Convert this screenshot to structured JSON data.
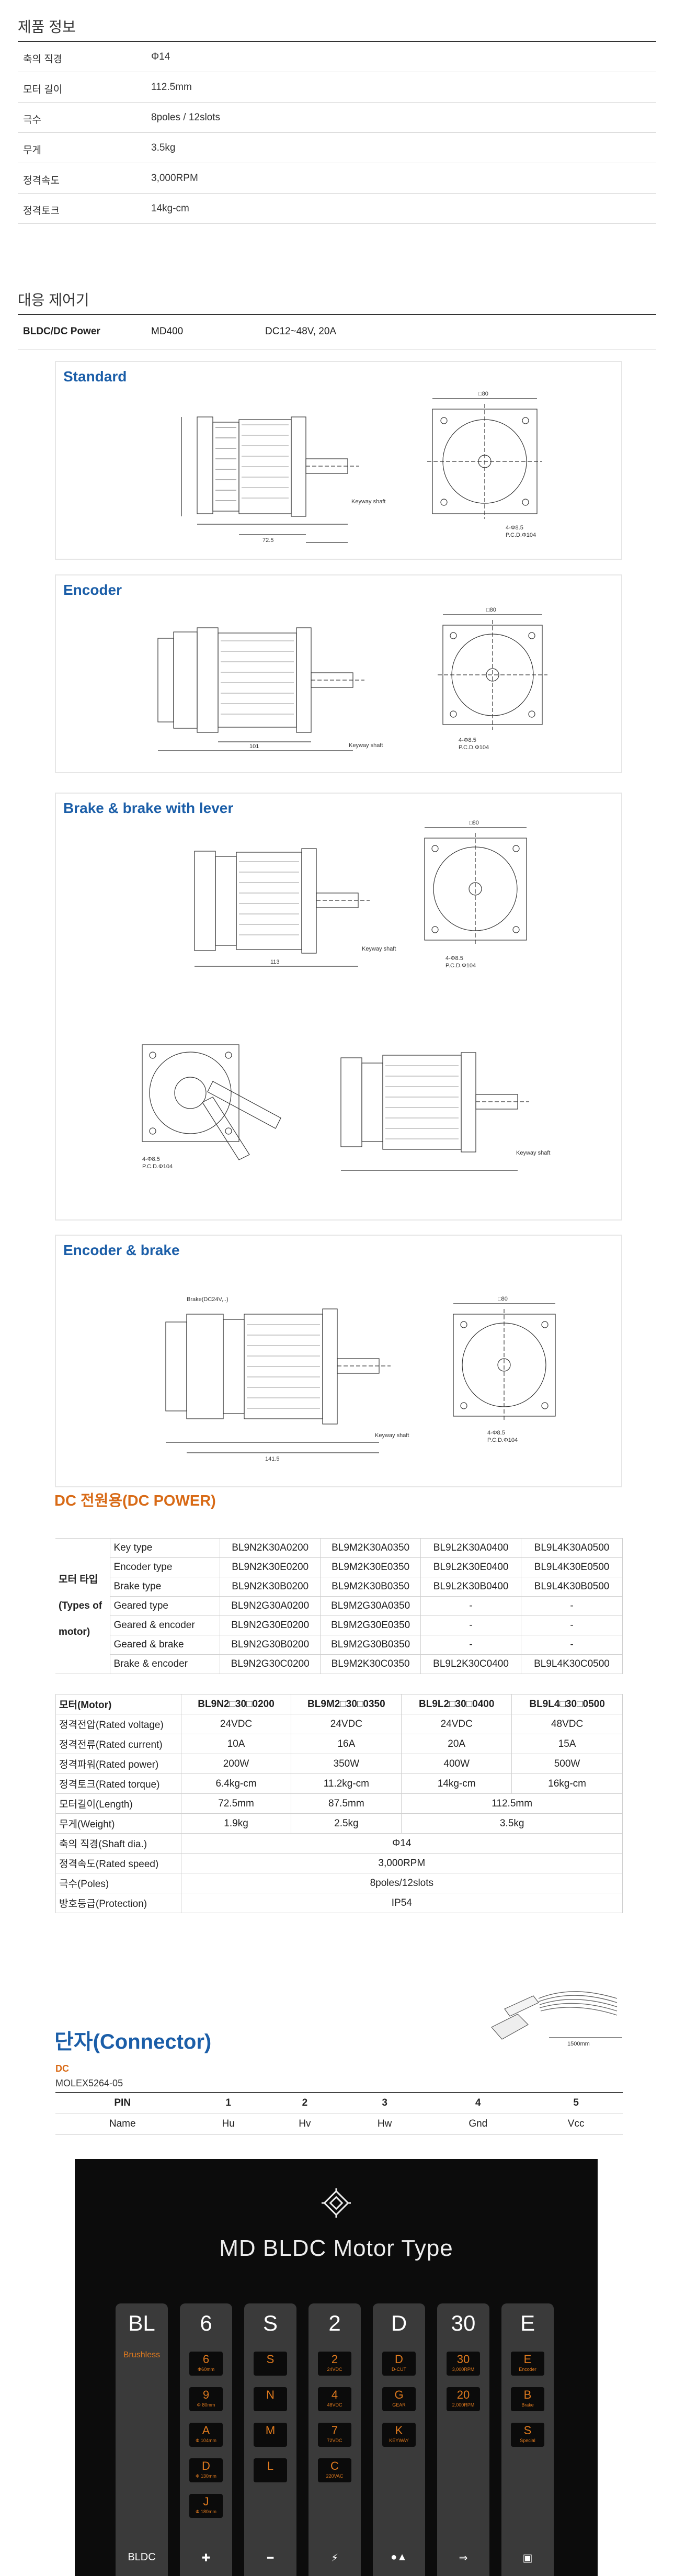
{
  "product_info": {
    "title": "제품 정보",
    "rows": [
      {
        "k": "축의 직경",
        "v": "Φ14"
      },
      {
        "k": "모터 길이",
        "v": "112.5mm"
      },
      {
        "k": "극수",
        "v": "8poles / 12slots"
      },
      {
        "k": "무게",
        "v": "3.5kg"
      },
      {
        "k": "정격속도",
        "v": "3,000RPM"
      },
      {
        "k": "정격토크",
        "v": "14kg-cm"
      }
    ]
  },
  "controller": {
    "title": "대응 제어기",
    "type": "BLDC/DC Power",
    "model": "MD400",
    "spec": "DC12~48V, 20A"
  },
  "drawings": {
    "standard": "Standard",
    "encoder": "Encoder",
    "brake": "Brake & brake with lever",
    "encoder_brake": "Encoder & brake",
    "labels": {
      "key_shaft": "Keyway shaft",
      "pcd": "P.C.D.Φ104",
      "holes": "4-Φ8.5",
      "sq": "□80",
      "len_std": "72.5",
      "len_enc": "101",
      "len_brk": "113",
      "len_eb": "141.5",
      "brake_note": "Brake(DC24V,..)"
    }
  },
  "dc_section": {
    "title": "DC 전원용(DC POWER)",
    "type_group": "모터 타입 (Types of motor)",
    "type_rows": [
      {
        "label": "Key type",
        "vals": [
          "BL9N2K30A0200",
          "BL9M2K30A0350",
          "BL9L2K30A0400",
          "BL9L4K30A0500"
        ]
      },
      {
        "label": "Encoder type",
        "vals": [
          "BL9N2K30E0200",
          "BL9M2K30E0350",
          "BL9L2K30E0400",
          "BL9L4K30E0500"
        ]
      },
      {
        "label": "Brake type",
        "vals": [
          "BL9N2K30B0200",
          "BL9M2K30B0350",
          "BL9L2K30B0400",
          "BL9L4K30B0500"
        ]
      },
      {
        "label": "Geared type",
        "vals": [
          "BL9N2G30A0200",
          "BL9M2G30A0350",
          "-",
          "-"
        ]
      },
      {
        "label": "Geared & encoder",
        "vals": [
          "BL9N2G30E0200",
          "BL9M2G30E0350",
          "-",
          "-"
        ]
      },
      {
        "label": "Geared & brake",
        "vals": [
          "BL9N2G30B0200",
          "BL9M2G30B0350",
          "-",
          "-"
        ]
      },
      {
        "label": "Brake & encoder",
        "vals": [
          "BL9N2G30C0200",
          "BL9M2K30C0350",
          "BL9L2K30C0400",
          "BL9L4K30C0500"
        ]
      }
    ],
    "spec_head": [
      "모터(Motor)",
      "BL9N2□30□0200",
      "BL9M2□30□0350",
      "BL9L2□30□0400",
      "BL9L4□30□0500"
    ],
    "spec_rows": [
      {
        "label": "정격전압(Rated voltage)",
        "vals": [
          "24VDC",
          "24VDC",
          "24VDC",
          "48VDC"
        ]
      },
      {
        "label": "정격전류(Rated current)",
        "vals": [
          "10A",
          "16A",
          "20A",
          "15A"
        ]
      },
      {
        "label": "정격파워(Rated power)",
        "vals": [
          "200W",
          "350W",
          "400W",
          "500W"
        ]
      },
      {
        "label": "정격토크(Rated torque)",
        "vals": [
          "6.4kg-cm",
          "11.2kg-cm",
          "14kg-cm",
          "16kg-cm"
        ]
      }
    ],
    "length": {
      "label": "모터길이(Length)",
      "a": "72.5mm",
      "b": "87.5mm",
      "c": "112.5mm"
    },
    "weight": {
      "label": "무게(Weight)",
      "a": "1.9kg",
      "b": "2.5kg",
      "c": "3.5kg"
    },
    "shaft": {
      "label": "축의 직경(Shaft dia.)",
      "v": "Φ14"
    },
    "speed": {
      "label": "정격속도(Rated speed)",
      "v": "3,000RPM"
    },
    "poles": {
      "label": "극수(Poles)",
      "v": "8poles/12slots"
    },
    "protection": {
      "label": "방호등급(Protection)",
      "v": "IP54"
    }
  },
  "connector": {
    "title": "단자(Connector)",
    "dc": "DC",
    "molex": "MOLEX5264-05",
    "length": "1500mm",
    "pin_head": [
      "PIN",
      "1",
      "2",
      "3",
      "4",
      "5"
    ],
    "pin_name": [
      "Name",
      "Hu",
      "Hv",
      "Hw",
      "Gnd",
      "Vcc"
    ]
  },
  "motor_type": {
    "title": "MD BLDC Motor Type",
    "cols": [
      {
        "big": "BL",
        "foot": "BLDC",
        "sub": "Brushless",
        "opts": []
      },
      {
        "big": "6",
        "foot": "",
        "opts": [
          {
            "c": "6",
            "s": "Φ60mm"
          },
          {
            "c": "9",
            "s": "Φ 80mm"
          },
          {
            "c": "A",
            "s": "Φ 104mm"
          },
          {
            "c": "D",
            "s": "Φ 130mm"
          },
          {
            "c": "J",
            "s": "Φ 180mm"
          }
        ]
      },
      {
        "big": "S",
        "foot": "",
        "opts": [
          {
            "c": "S",
            "s": ""
          },
          {
            "c": "N",
            "s": ""
          },
          {
            "c": "M",
            "s": ""
          },
          {
            "c": "L",
            "s": ""
          }
        ]
      },
      {
        "big": "2",
        "foot": "",
        "opts": [
          {
            "c": "2",
            "s": "24VDC"
          },
          {
            "c": "4",
            "s": "48VDC"
          },
          {
            "c": "7",
            "s": "72VDC"
          },
          {
            "c": "C",
            "s": "220VAC"
          }
        ]
      },
      {
        "big": "D",
        "foot": "",
        "opts": [
          {
            "c": "D",
            "s": "D-CUT"
          },
          {
            "c": "G",
            "s": "GEAR"
          },
          {
            "c": "K",
            "s": "KEYWAY"
          }
        ]
      },
      {
        "big": "30",
        "foot": "",
        "opts": [
          {
            "c": "30",
            "s": "3,000RPM"
          },
          {
            "c": "20",
            "s": "2,000RPM"
          }
        ]
      },
      {
        "big": "E",
        "foot": "",
        "opts": [
          {
            "c": "E",
            "s": "Encoder"
          },
          {
            "c": "B",
            "s": "Brake"
          },
          {
            "c": "S",
            "s": "Special"
          }
        ]
      }
    ]
  }
}
